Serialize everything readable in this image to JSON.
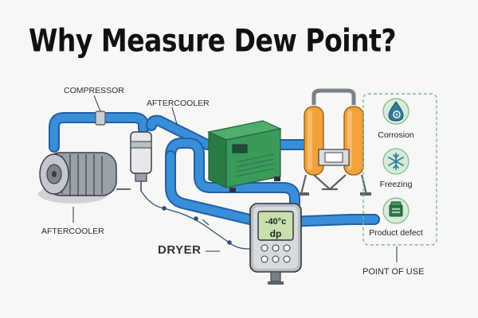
{
  "title": "Why Measure Dew Point?",
  "labels": {
    "compressor": "COMPRESSOR",
    "aftercooler_top": "AFTERCOOLER",
    "aftercooler_left": "AFTERCOOLER",
    "dryer": "DRYER",
    "point_of_use": "POINT OF USE"
  },
  "meter": {
    "reading": "-40°c",
    "unit_label": "dp"
  },
  "effects": [
    {
      "label": "Corrosion",
      "icon": "water-drop-gear-icon"
    },
    {
      "label": "Freezing",
      "icon": "snowflake-icon"
    },
    {
      "label": "Product defect",
      "icon": "product-box-icon"
    }
  ],
  "colors": {
    "pipe": "#3a8ed8",
    "pipe_dark": "#1f5fa8",
    "accent_green": "#3a9a5c",
    "effect_circle": "#d8ecd9",
    "effect_border": "#7bb88a",
    "cabinet": "#2f8a4e",
    "tank": "#f2a23a",
    "meter_screen": "#c9dfb0"
  }
}
